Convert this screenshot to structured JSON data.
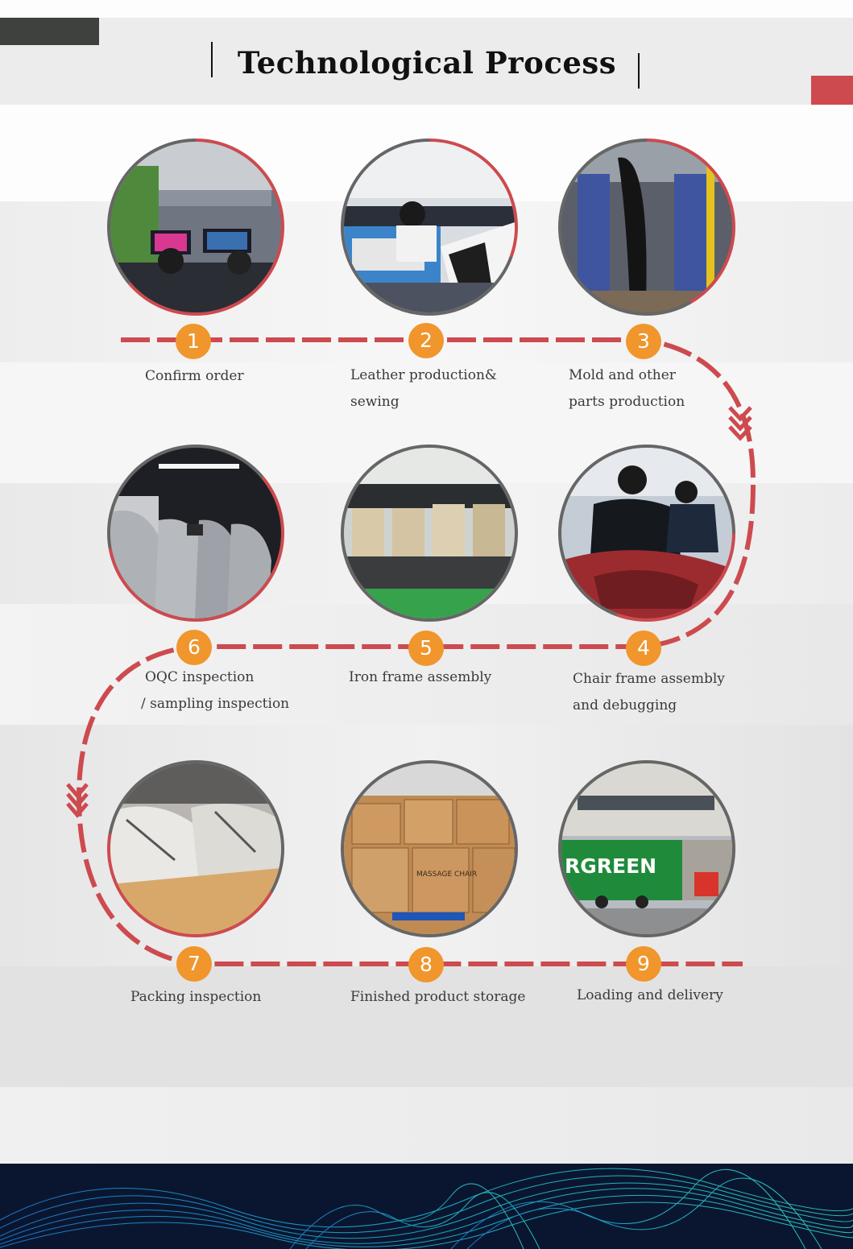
{
  "header": {
    "title": "Technological Process"
  },
  "steps": [
    {
      "number": "1",
      "line1": "Confirm order",
      "line2": ""
    },
    {
      "number": "2",
      "line1": "Leather production&",
      "line2": "sewing"
    },
    {
      "number": "3",
      "line1": "Mold and other",
      "line2": "parts production"
    },
    {
      "number": "4",
      "line1": "Chair frame  assembly",
      "line2": "and  debugging"
    },
    {
      "number": "5",
      "line1": "Iron frame assembly",
      "line2": ""
    },
    {
      "number": "6",
      "line1": "OQC inspection",
      "line2": "/ sampling inspection"
    },
    {
      "number": "7",
      "line1": "Packing inspection",
      "line2": ""
    },
    {
      "number": "8",
      "line1": "Finished product storage",
      "line2": ""
    },
    {
      "number": "9",
      "line1": "Loading and delivery",
      "line2": ""
    }
  ],
  "photo_texts": {
    "container_brand": "RGREEN",
    "box_label": "MASSAGE CHAIR"
  },
  "colors": {
    "accent_red": "#cd4a4f",
    "badge_orange": "#f0962c",
    "header_gray": "#ececec",
    "footer_navy": "#0a1630"
  }
}
